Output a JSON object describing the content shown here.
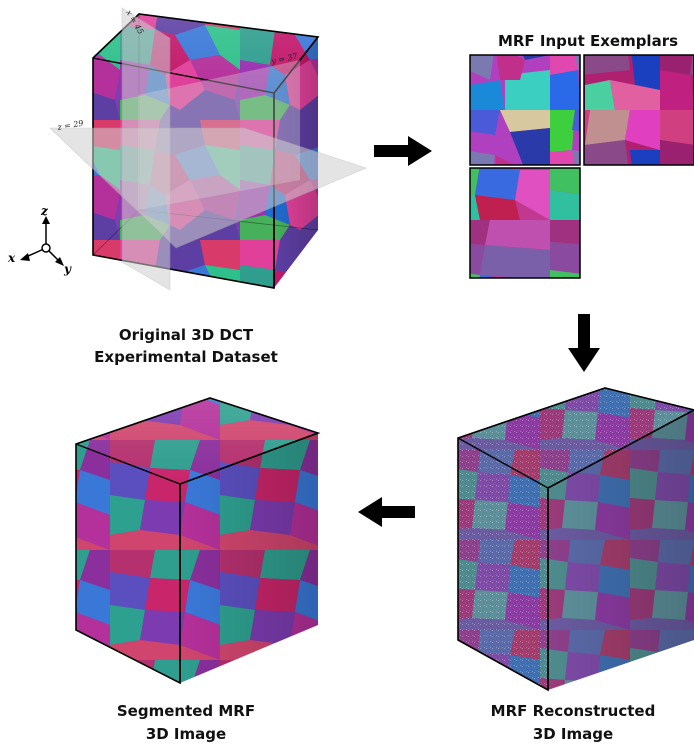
{
  "title_exemplars": "MRF Input Exemplars",
  "caption_original": {
    "line1": "Original 3D DCT",
    "line2": "Experimental Dataset"
  },
  "caption_reconstructed": {
    "line1": "MRF Reconstructed",
    "line2": "3D Image"
  },
  "caption_segmented": {
    "line1": "Segmented MRF",
    "line2": "3D Image"
  },
  "planes": {
    "x": "x = 45",
    "y": "y = 37",
    "z": "z = 29"
  },
  "axes": {
    "z": "z",
    "x": "x",
    "y": "y"
  },
  "colors": {
    "grain_palette": [
      "#e0409a",
      "#7e3fb8",
      "#2f9e8f",
      "#3a78d8",
      "#b4309a",
      "#d83a6a",
      "#5d3fa4",
      "#2ec08a",
      "#9b2fb0",
      "#1f6bd0",
      "#c2186b",
      "#46b05a"
    ],
    "arrow": "#000000"
  }
}
